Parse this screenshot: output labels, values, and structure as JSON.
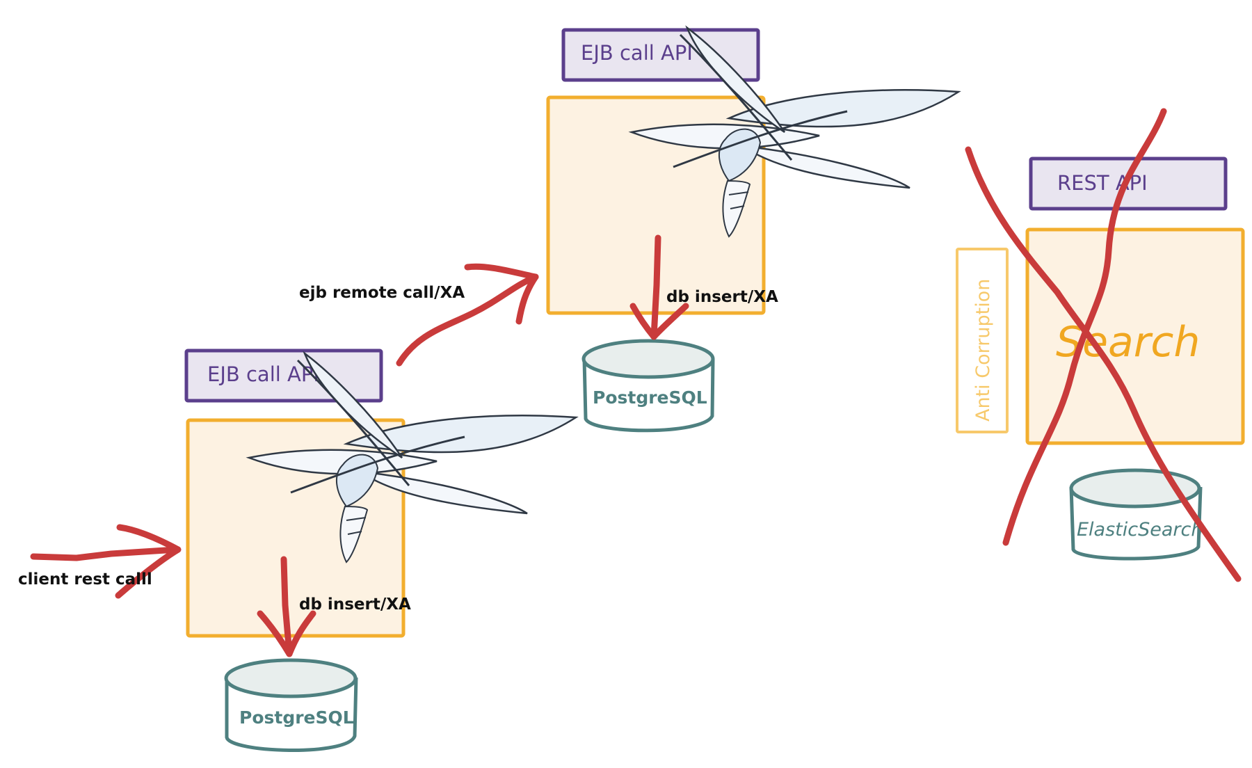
{
  "diagram": {
    "api_labels": {
      "left": "EJB call API",
      "middle": "EJB call API",
      "right": "REST API"
    },
    "db_labels": {
      "left": "PostgreSQL",
      "middle": "PostgreSQL",
      "right": "ElasticSearch"
    },
    "arrow_labels": {
      "client": "client rest calll",
      "remote": "ejb remote call/XA",
      "insert_left": "db insert/XA",
      "insert_middle": "db insert/XA"
    },
    "service_label_right": "Search",
    "anti_corruption_label": "Anti Corruption",
    "icons": [
      "wildfly-logo-icon",
      "wildfly-logo-icon"
    ],
    "colors": {
      "api_fill": "#e9e5f0",
      "api_border": "#5b3f8c",
      "api_text": "#5b3f8c",
      "service_fill": "#fdf2e2",
      "service_border": "#f2ae2e",
      "db_fill": "#e8eeed",
      "db_border": "#4e8080",
      "db_text": "#4e8080",
      "arrow": "#c93b3b",
      "anti_corruption": "#f7c96b"
    }
  }
}
